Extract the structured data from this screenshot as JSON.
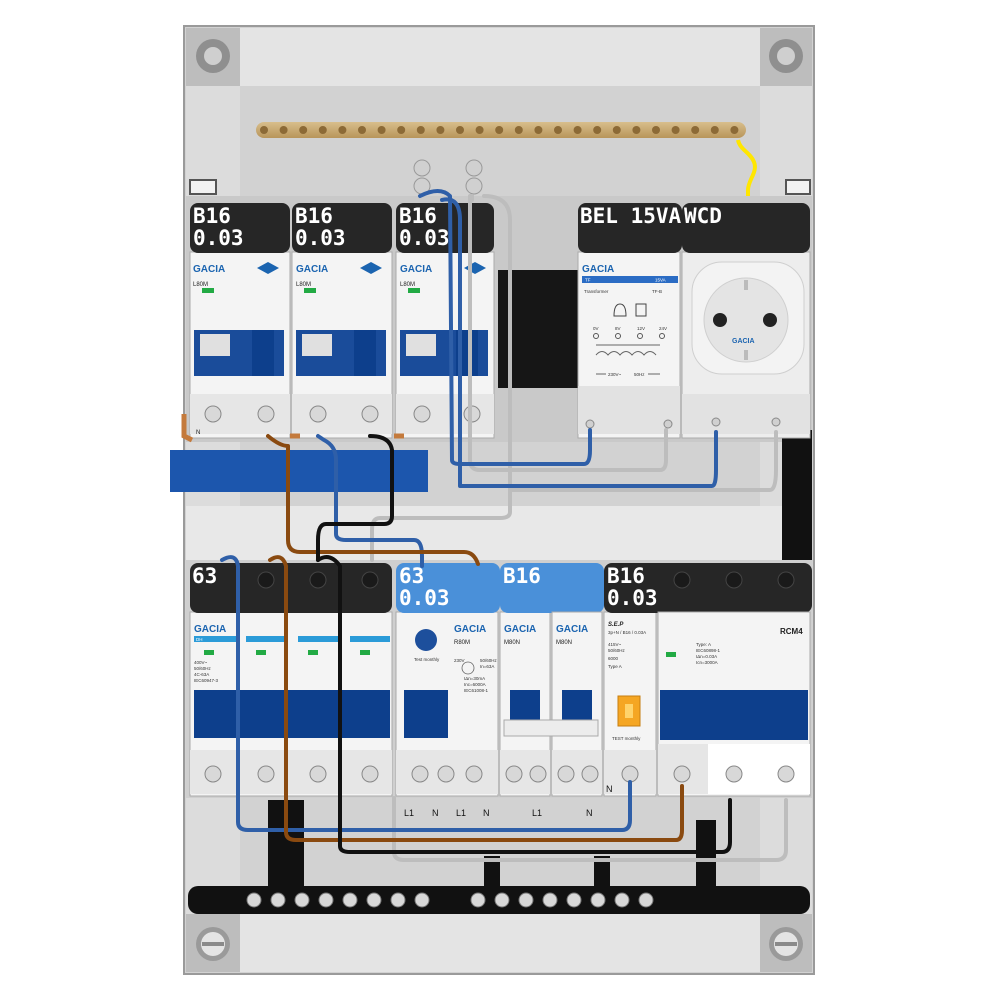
{
  "colors": {
    "enclosure": "#d4d4d4",
    "panel_light": "#e9e9e9",
    "label_black": "#262626",
    "rcd_blue": "#4a90d9",
    "toggle_blue": "#0d3f8c",
    "busbar_blue": "#1c56ad",
    "brass": "#cfb07a",
    "wire_blue": "#2f5fa8",
    "wire_brown": "#8a4a10",
    "wire_black": "#111111",
    "wire_grey": "#bdbdbd",
    "wire_yellow": "#ffe600",
    "brand_text": "#1b64b0"
  },
  "icons": {
    "screw": "screw-terminal-icon",
    "socket": "schuko-socket-icon",
    "bell": "bell-icon",
    "test": "test-button-icon"
  },
  "top_row": [
    {
      "name": "mcb-1",
      "label1": "B16",
      "label2": "0.03",
      "brand": "GACIA",
      "model": "L80M",
      "terminal_n": "N"
    },
    {
      "name": "mcb-2",
      "label1": "B16",
      "label2": "0.03",
      "brand": "GACIA",
      "model": "L80M"
    },
    {
      "name": "mcb-3",
      "label1": "B16",
      "label2": "0.03",
      "brand": "GACIA",
      "model": "L80M"
    },
    {
      "name": "bell-transformer",
      "label1": "BEL 15VA",
      "brand": "GACIA",
      "model_tag": "TF",
      "rating_tag": "15VA",
      "subtitle": "Transformer",
      "code": "TF-B",
      "voltages": [
        "0V",
        "8V",
        "12V",
        "24V"
      ],
      "input": "230V~",
      "freq": "50Hz"
    },
    {
      "name": "wall-socket",
      "label1": "WCD",
      "brand": "GACIA"
    }
  ],
  "bottom_row": [
    {
      "name": "main-switch",
      "label1": "63",
      "brand": "GACIA",
      "model_tag": "DH",
      "specs": [
        "400V~",
        "50/60Hz",
        "4C-63A",
        "IEC60947-3"
      ]
    },
    {
      "name": "rcd",
      "label1": "63",
      "label2": "0.03",
      "brand": "GACIA",
      "model": "R80M",
      "test": "Test monthly",
      "specs": [
        "230V",
        "50/60Hz",
        "In=63A",
        "IΔn=30mA",
        "Inc=6000A",
        "IEC61008-1"
      ]
    },
    {
      "name": "mcb-b16",
      "label1": "B16",
      "brand": "GACIA",
      "model": "M80N"
    },
    {
      "name": "mcb-b16-2",
      "brand": "GACIA",
      "model": "M80N"
    },
    {
      "name": "rcbo",
      "label1": "B16",
      "label2": "0.03",
      "brand": "S.E.P",
      "model": "3p+N / B16 / 0.03A",
      "specs": [
        "415V~",
        "50/60Hz",
        "6000",
        "Type A"
      ],
      "test": "TEST monthly",
      "terminal_n": "N"
    },
    {
      "name": "rcm",
      "label1": "RCM4",
      "specs": [
        "Type: A",
        "IEC60898-1",
        "IΔn=0.03A",
        "Icn=3000A"
      ]
    }
  ],
  "rcd_terminals": [
    "L1",
    "N",
    "L1",
    "N"
  ],
  "mcb_terminals": [
    "L1",
    "N"
  ]
}
